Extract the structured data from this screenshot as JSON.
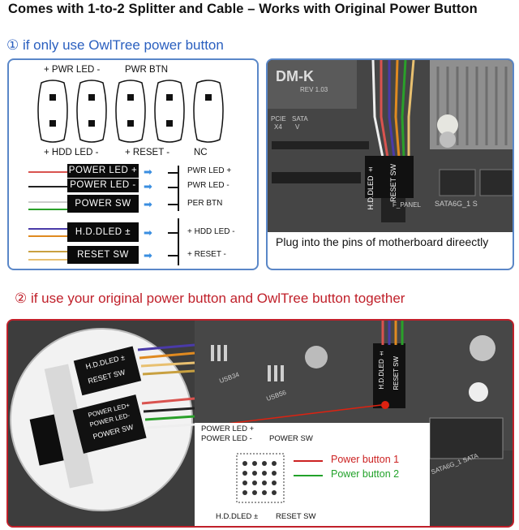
{
  "header": {
    "title": "Comes with  1-to-2 Splitter and Cable – Works with Original Power Button"
  },
  "section1": {
    "heading": "① if only use OwlTree power button",
    "top_labels": {
      "pwr_led": "+ PWR  LED -",
      "pwr_btn": "PWR BTN"
    },
    "bottom_labels": {
      "hdd_led": "+ HDD  LED -",
      "reset": "+ RESET -",
      "nc": "NC"
    },
    "connectors": [
      "POWER  LED +",
      "POWER  LED -",
      "POWER  SW",
      "H.D.DLED ±",
      "RESET  SW"
    ],
    "pins": [
      "PWR LED +",
      "PWR LED -",
      "PER BTN",
      "+ HDD LED -",
      "+ RESET -"
    ],
    "wire_colors": [
      "#d9534f",
      "#222222",
      "#dddddd",
      "#4a3aa8",
      "#c8a040"
    ],
    "photo_caption": "Plug into the pins of motherboard direectly",
    "photo_marks": {
      "board": "DM-K",
      "rev": "REV 1.03",
      "pcie": "PCIE",
      "sata": "SATA",
      "x4": "X4",
      "v": "V",
      "fpanel": "F_PANEL",
      "sata_port": "SATA6G_1 S",
      "conn_top": "H.D.DLED ±",
      "conn_bottom": "RESET SW"
    }
  },
  "section2": {
    "heading": "② if use your original power button and OwlTree button together",
    "zoom": {
      "connector1": "H.D.DLED ±",
      "connector2": "RESET SW",
      "connector3": "POWER LED+",
      "connector4": "POWER LED-",
      "connector5": "POWER SW"
    },
    "board_marks": {
      "usb1": "USB34",
      "usb2": "USB56",
      "sata": "SATA6G_1 SATA",
      "conn_a": "H.D.DLED ±",
      "conn_b": "RESET SW"
    },
    "diagram": {
      "power_led_plus": "POWER  LED +",
      "power_led_minus": "POWER  LED -",
      "power_sw": "POWER  SW",
      "hd_led": "H.D.DLED ±",
      "reset_sw": "RESET  SW"
    },
    "legend": {
      "button1": "Power button 1",
      "button2": "Power button 2",
      "color1": "#cc2222",
      "color2": "#22a22a"
    }
  }
}
